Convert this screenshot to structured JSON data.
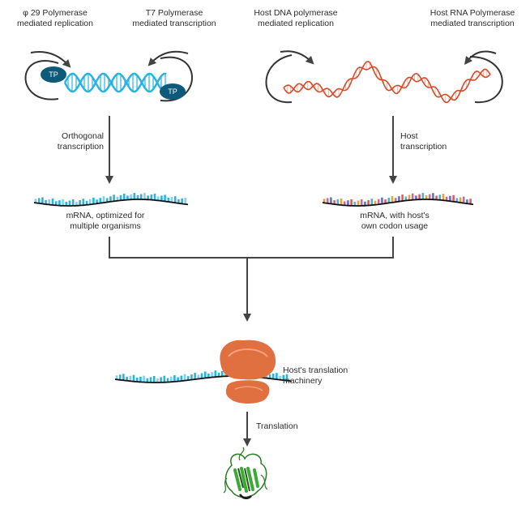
{
  "labels": {
    "phi29_line1": "φ 29 Polymerase",
    "phi29_line2": "mediated replication",
    "t7_line1": "T7 Polymerase",
    "t7_line2": "mediated transcription",
    "host_dna_line1": "Host DNA polymerase",
    "host_dna_line2": "mediated replication",
    "host_rna_line1": "Host RNA Polymerase",
    "host_rna_line2": "mediated transcription",
    "orthogonal_line1": "Orthogonal",
    "orthogonal_line2": "transcription",
    "host_tx_line1": "Host",
    "host_tx_line2": "transcription",
    "mrna_opt_line1": "mRNA, optimized for",
    "mrna_opt_line2": "multiple organisms",
    "mrna_host_line1": "mRNA, with host's",
    "mrna_host_line2": "own codon usage",
    "translation_machinery_line1": "Host's translation",
    "translation_machinery_line2": "machinery",
    "translation": "Translation",
    "tp": "TP"
  },
  "colors": {
    "dna_blue": "#29b3e0",
    "tp_protein": "#0d5a7a",
    "host_dna": "#d94a2a",
    "ribosome": "#e07040",
    "protein_green": "#3caa35",
    "arrow": "#444444",
    "codon_palette": [
      "#f0a030",
      "#c86a9e",
      "#6a6fc0",
      "#e05a5a",
      "#4ab4d8"
    ]
  }
}
